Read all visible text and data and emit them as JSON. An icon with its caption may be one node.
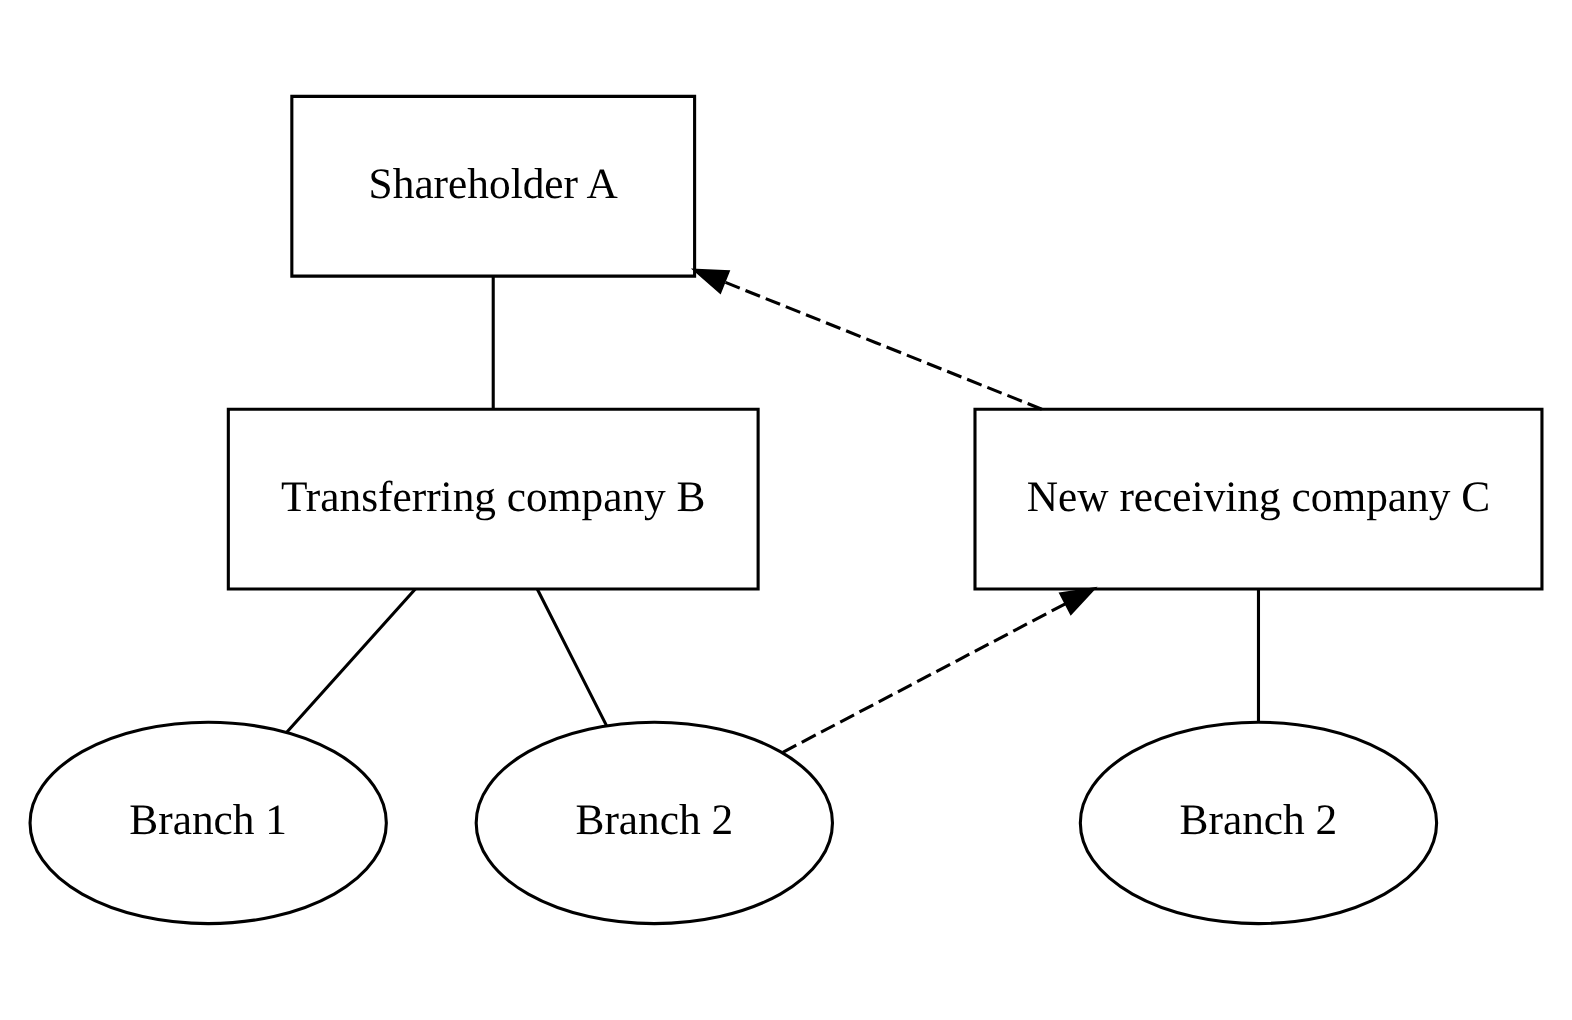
{
  "diagram": {
    "nodes": [
      {
        "text": [
          "Shareholder A"
        ]
      },
      {
        "text": [
          "Transferring company B"
        ]
      },
      {
        "text": [
          "New receiving company C"
        ]
      },
      {
        "text": [
          "Branch 1"
        ]
      },
      {
        "text": [
          "Branch 2"
        ]
      },
      {
        "text": [
          "Branch 2"
        ]
      }
    ],
    "edges": [
      {
        "from": 0,
        "to": 1,
        "arrow": "none"
      },
      {
        "from": 2,
        "to": 0,
        "arrow": "to",
        "style": "dashed"
      },
      {
        "from": 1,
        "to": 3,
        "arrow": "none"
      },
      {
        "from": 1,
        "to": 4,
        "arrow": "none"
      },
      {
        "from": 4,
        "to": 2,
        "arrow": "to",
        "style": "dashed"
      },
      {
        "from": 2,
        "to": 5,
        "arrow": "none"
      }
    ]
  }
}
